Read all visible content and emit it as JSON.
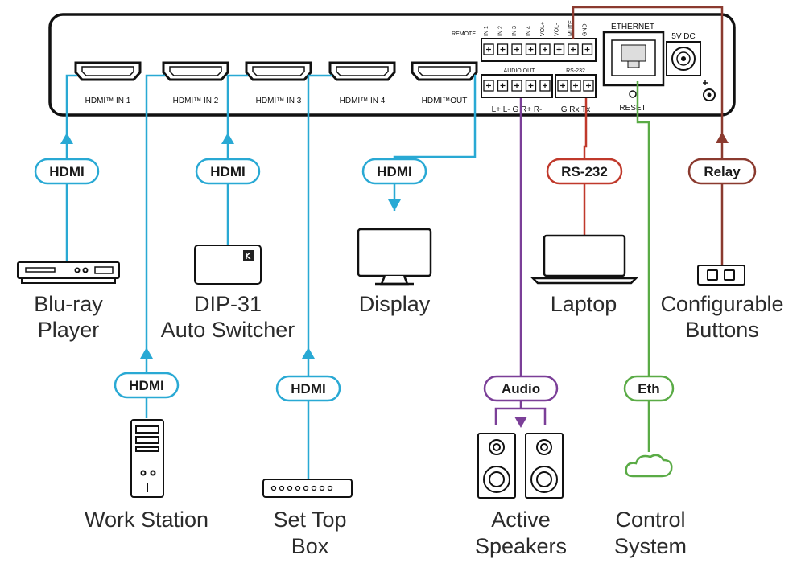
{
  "device": {
    "ports": {
      "hdmi_in_1": "HDMI™ IN 1",
      "hdmi_in_2": "HDMI™ IN 2",
      "hdmi_in_3": "HDMI™ IN 3",
      "hdmi_in_4": "HDMI™ IN 4",
      "hdmi_out": "HDMI™OUT",
      "remote": "REMOTE",
      "ethernet": "ETHERNET",
      "power": "5V DC",
      "reset": "RESET",
      "audio_out": "AUDIO OUT",
      "rs232": "RS-232",
      "audio_pins": "L+  L-  G  R+  R-",
      "rs232_pins": "G  Rx  Tx",
      "remote_pins": [
        "IN 1",
        "IN 2",
        "IN 3",
        "IN 4",
        "VOL+",
        "VOL-",
        "MUTE",
        "GND"
      ]
    }
  },
  "connections": {
    "hdmi_1": "HDMI",
    "hdmi_2": "HDMI",
    "hdmi_3": "HDMI",
    "hdmi_4": "HDMI",
    "hdmi_out": "HDMI",
    "rs232": "RS-232",
    "relay": "Relay",
    "audio": "Audio",
    "eth": "Eth"
  },
  "devices": {
    "bluray": [
      "Blu-ray",
      "Player"
    ],
    "dip31": [
      "DIP-31",
      "Auto Switcher"
    ],
    "display": [
      "Display"
    ],
    "laptop": [
      "Laptop"
    ],
    "buttons": [
      "Configurable",
      "Buttons"
    ],
    "workstation": [
      "Work Station"
    ],
    "settopbox": [
      "Set Top",
      "Box"
    ],
    "speakers": [
      "Active",
      "Speakers"
    ],
    "control": [
      "Control",
      "System"
    ]
  },
  "colors": {
    "hdmi": "#29a9d4",
    "rs232": "#c0392b",
    "relay": "#8b3a2f",
    "audio": "#7b3f98",
    "eth": "#5aab46",
    "panel": "#1a1a1a"
  }
}
